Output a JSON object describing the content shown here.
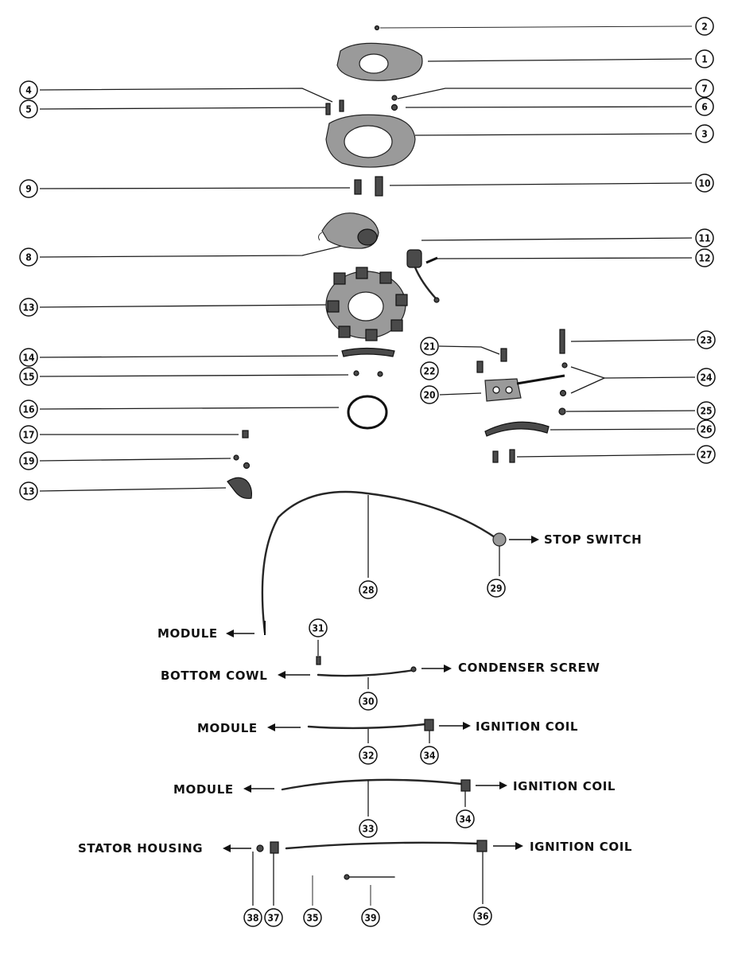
{
  "callouts": {
    "c1": "1",
    "c2": "2",
    "c3": "3",
    "c4": "4",
    "c5": "5",
    "c6": "6",
    "c7": "7",
    "c8": "8",
    "c9": "9",
    "c10": "10",
    "c11": "11",
    "c12": "12",
    "c13a": "13",
    "c13b": "13",
    "c14": "14",
    "c15": "15",
    "c16": "16",
    "c17": "17",
    "c19": "19",
    "c20": "20",
    "c21": "21",
    "c22": "22",
    "c23": "23",
    "c24": "24",
    "c25": "25",
    "c26": "26",
    "c27": "27",
    "c28": "28",
    "c29": "29",
    "c30": "30",
    "c31": "31",
    "c32": "32",
    "c33": "33",
    "c34a": "34",
    "c34b": "34",
    "c35": "35",
    "c36": "36",
    "c37": "37",
    "c38": "38",
    "c39": "39"
  },
  "labels": {
    "stop_switch": "STOP SWITCH",
    "module_1": "MODULE",
    "bottom_cowl": "BOTTOM COWL",
    "condenser_screw": "CONDENSER SCREW",
    "module_2": "MODULE",
    "ignition_coil_1": "IGNITION COIL",
    "module_3": "MODULE",
    "ignition_coil_2": "IGNITION COIL",
    "stator_housing": "STATOR HOUSING",
    "ignition_coil_3": "IGNITION COIL"
  }
}
